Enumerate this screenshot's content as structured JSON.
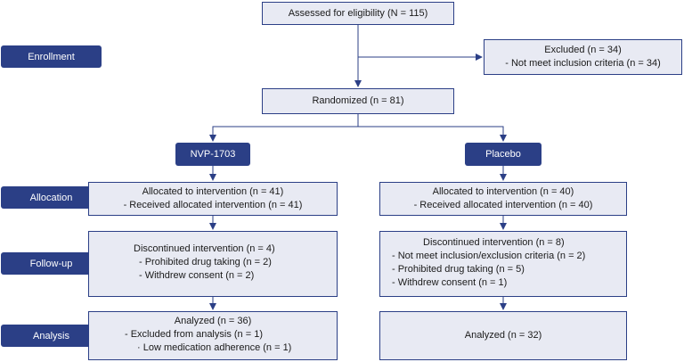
{
  "stages": {
    "enrollment": "Enrollment",
    "allocation": "Allocation",
    "followup": "Follow-up",
    "analysis": "Analysis"
  },
  "assessed": "Assessed for eligibility (N = 115)",
  "excluded": {
    "title": "Excluded (n = 34)",
    "reason": "- Not meet inclusion criteria (n = 34)"
  },
  "randomized": "Randomized (n = 81)",
  "arms": {
    "left": {
      "name": "NVP-1703",
      "allocation": [
        "Allocated to intervention (n = 41)",
        "- Received allocated intervention (n = 41)"
      ],
      "followup": [
        "Discontinued intervention (n = 4)",
        "- Prohibited drug taking (n = 2)",
        "- Withdrew consent (n = 2)"
      ],
      "analysis": [
        "Analyzed (n = 36)",
        "- Excluded from analysis (n = 1)",
        "· Low medication adherence (n = 1)"
      ]
    },
    "right": {
      "name": "Placebo",
      "allocation": [
        "Allocated to intervention (n = 40)",
        "- Received allocated intervention (n = 40)"
      ],
      "followup": [
        "Discontinued intervention (n = 8)",
        "- Not meet inclusion/exclusion criteria (n = 2)",
        "- Prohibited drug taking (n = 5)",
        "- Withdrew consent (n = 1)"
      ],
      "analysis": [
        "Analyzed (n = 32)"
      ]
    }
  },
  "colors": {
    "accent": "#2b3f86",
    "box_fill": "#e8eaf3"
  }
}
